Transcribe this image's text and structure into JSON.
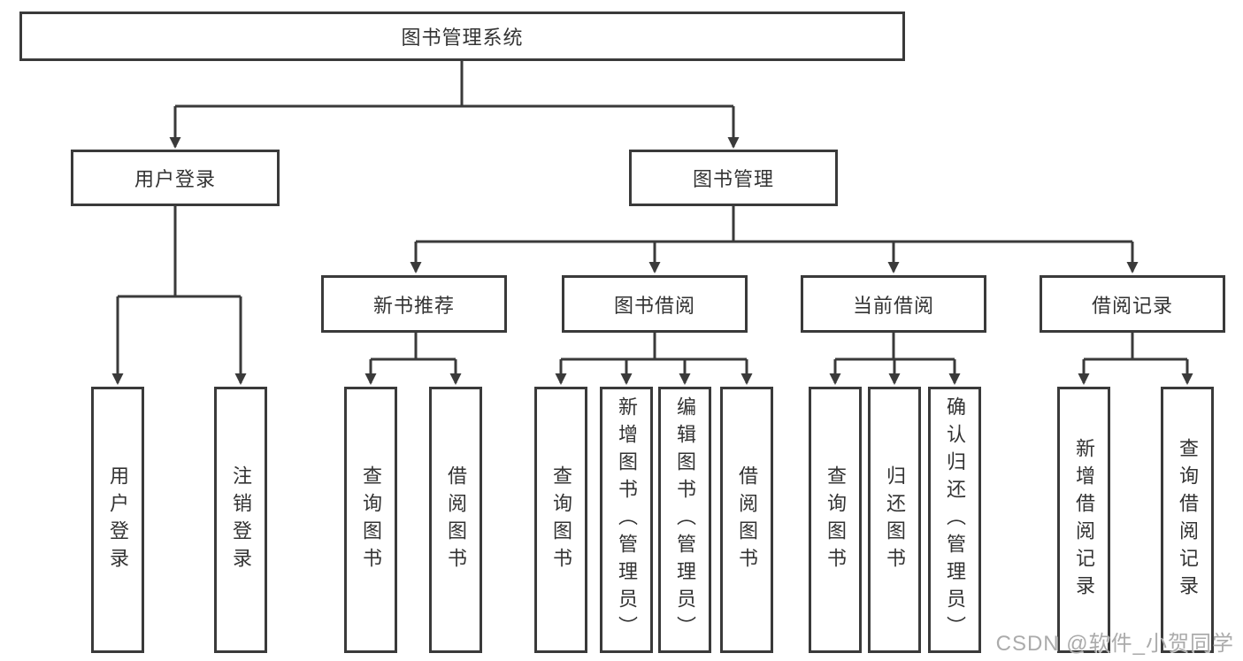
{
  "diagram_type": "tree",
  "tree": {
    "label": "图书管理系统",
    "children": [
      {
        "label": "用户登录",
        "children": [
          {
            "label": "用户登录"
          },
          {
            "label": "注销登录"
          }
        ]
      },
      {
        "label": "图书管理",
        "children": [
          {
            "label": "新书推荐",
            "children": [
              {
                "label": "查询图书"
              },
              {
                "label": "借阅图书"
              }
            ]
          },
          {
            "label": "图书借阅",
            "children": [
              {
                "label": "查询图书"
              },
              {
                "label": "新增图书（管理员）"
              },
              {
                "label": "编辑图书（管理员）"
              },
              {
                "label": "借阅图书"
              }
            ]
          },
          {
            "label": "当前借阅",
            "children": [
              {
                "label": "查询图书"
              },
              {
                "label": "归还图书"
              },
              {
                "label": "确认归还（管理员）"
              }
            ]
          },
          {
            "label": "借阅记录",
            "children": [
              {
                "label": "新增借阅记录"
              },
              {
                "label": "查询借阅记录"
              }
            ]
          }
        ]
      }
    ]
  },
  "watermark": {
    "text": "CSDN @软件_小贺同学"
  },
  "colors": {
    "line": "#3a3a3a",
    "text": "#333333",
    "box_bg": "#ffffff",
    "watermark": "#ababab",
    "bg": "#ffffff"
  }
}
